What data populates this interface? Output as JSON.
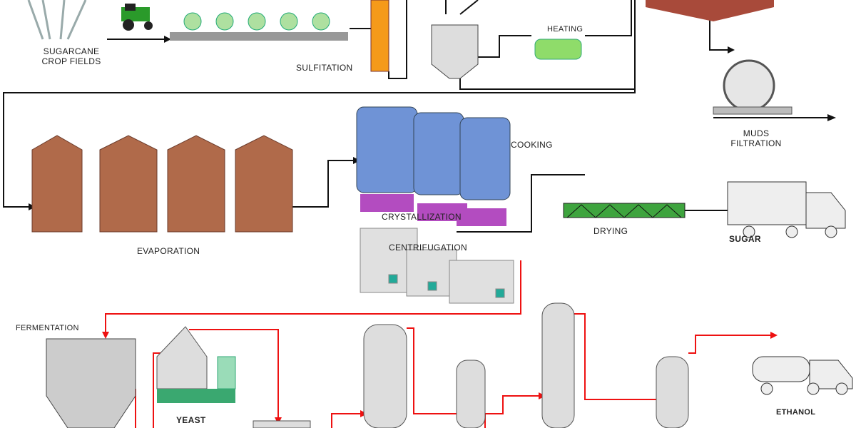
{
  "labels": {
    "crop_fields": "SUGARCANE CROP FIELDS",
    "sulfitation": "SULFITATION",
    "heating": "HEATING",
    "muds_filtration": "MUDS FILTRATION",
    "evaporation": "EVAPORATION",
    "cooking": "COOKING",
    "crystallization": "CRYSTALLIZATION",
    "centrifugation": "CENTRIFUGATION",
    "drying": "DRYING",
    "sugar": "SUGAR",
    "fermentation": "FERMENTATION",
    "yeast": "YEAST",
    "ethanol": "ETHANOL"
  },
  "colors": {
    "juice_line": "#111111",
    "ethanol_line": "#ee1111",
    "evaporator": "#b06a4a",
    "cooker": "#6f93d6",
    "crystallizer": "#b34cc0",
    "heater": "#8fdc6a",
    "yeast": "#3aa870"
  }
}
